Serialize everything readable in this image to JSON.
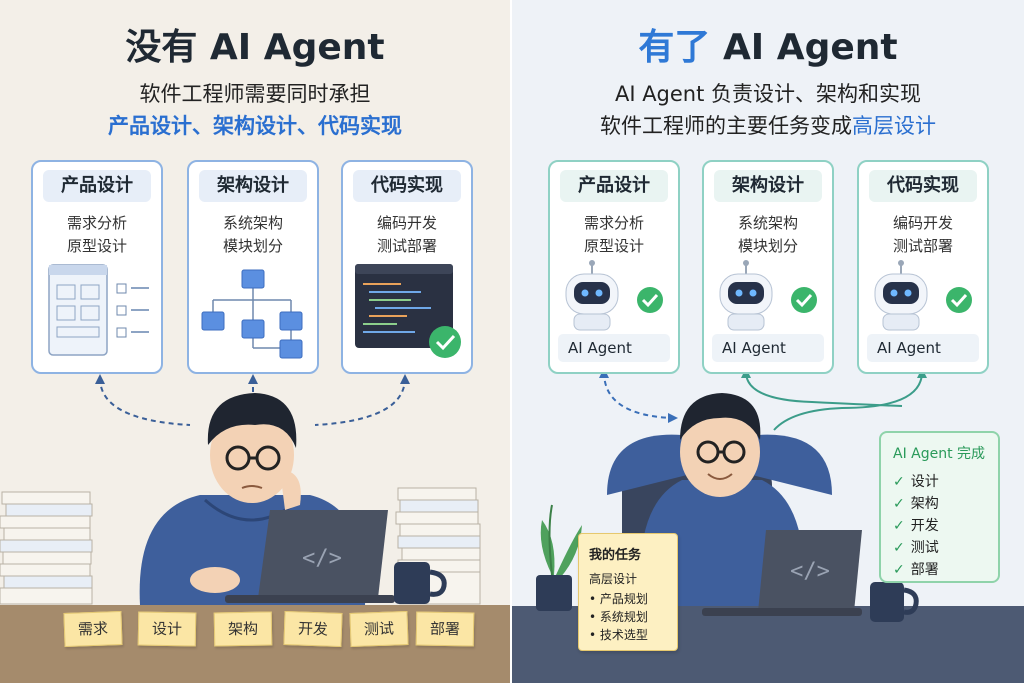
{
  "left": {
    "title": "没有 AI Agent",
    "subtitle1": "软件工程师需要同时承担",
    "subtitle2": "产品设计、架构设计、代码实现",
    "cards": [
      {
        "title": "产品设计",
        "line1": "需求分析",
        "line2": "原型设计"
      },
      {
        "title": "架构设计",
        "line1": "系统架构",
        "line2": "模块划分"
      },
      {
        "title": "代码实现",
        "line1": "编码开发",
        "line2": "测试部署"
      }
    ],
    "sticky_notes": [
      "需求",
      "设计",
      "架构",
      "开发",
      "测试",
      "部署"
    ],
    "laptop_icon": "</>"
  },
  "right": {
    "title_highlight": "有了",
    "title_rest": "AI Agent",
    "subtitle1": "AI Agent 负责设计、架构和实现",
    "subtitle2_prefix": "软件工程师的主要任务变成",
    "subtitle2_highlight": "高层设计",
    "cards": [
      {
        "title": "产品设计",
        "line1": "需求分析",
        "line2": "原型设计",
        "agent": "AI Agent"
      },
      {
        "title": "架构设计",
        "line1": "系统架构",
        "line2": "模块划分",
        "agent": "AI Agent"
      },
      {
        "title": "代码实现",
        "line1": "编码开发",
        "line2": "测试部署",
        "agent": "AI Agent"
      }
    ],
    "my_tasks": {
      "title": "我的任务",
      "heading": "高层设计",
      "items": [
        "• 产品规划",
        "• 系统规划",
        "• 技术选型"
      ]
    },
    "done_panel": {
      "title": "AI Agent 完成",
      "items": [
        "设计",
        "架构",
        "开发",
        "测试",
        "部署"
      ],
      "check": "✓"
    },
    "laptop_icon": "</>"
  },
  "colors": {
    "blue_accent": "#2f79d6",
    "green_accent": "#2a9a5a",
    "sticky": "#fbe6a5"
  }
}
